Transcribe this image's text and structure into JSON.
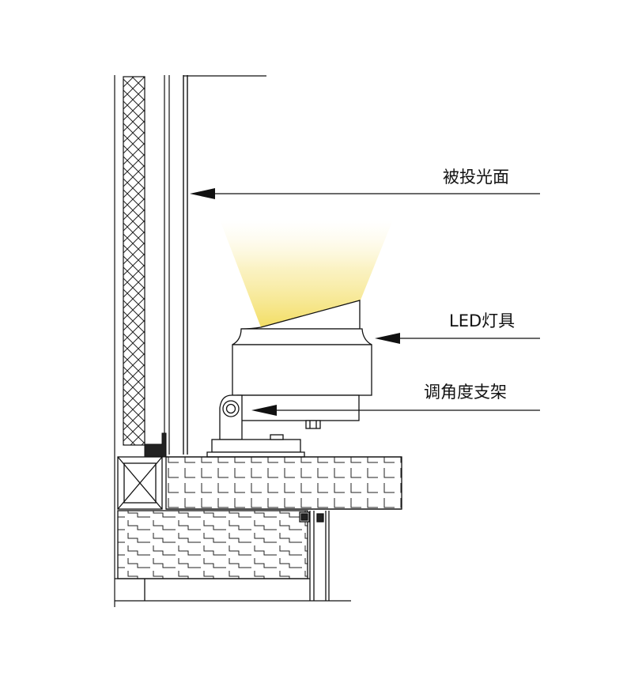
{
  "labels": {
    "projected_surface": "被投光面",
    "led_fixture": "LED灯具",
    "adjustable_bracket": "调角度支架"
  },
  "colors": {
    "line": "#111111",
    "beam": "#f5e27a",
    "background": "#ffffff"
  }
}
